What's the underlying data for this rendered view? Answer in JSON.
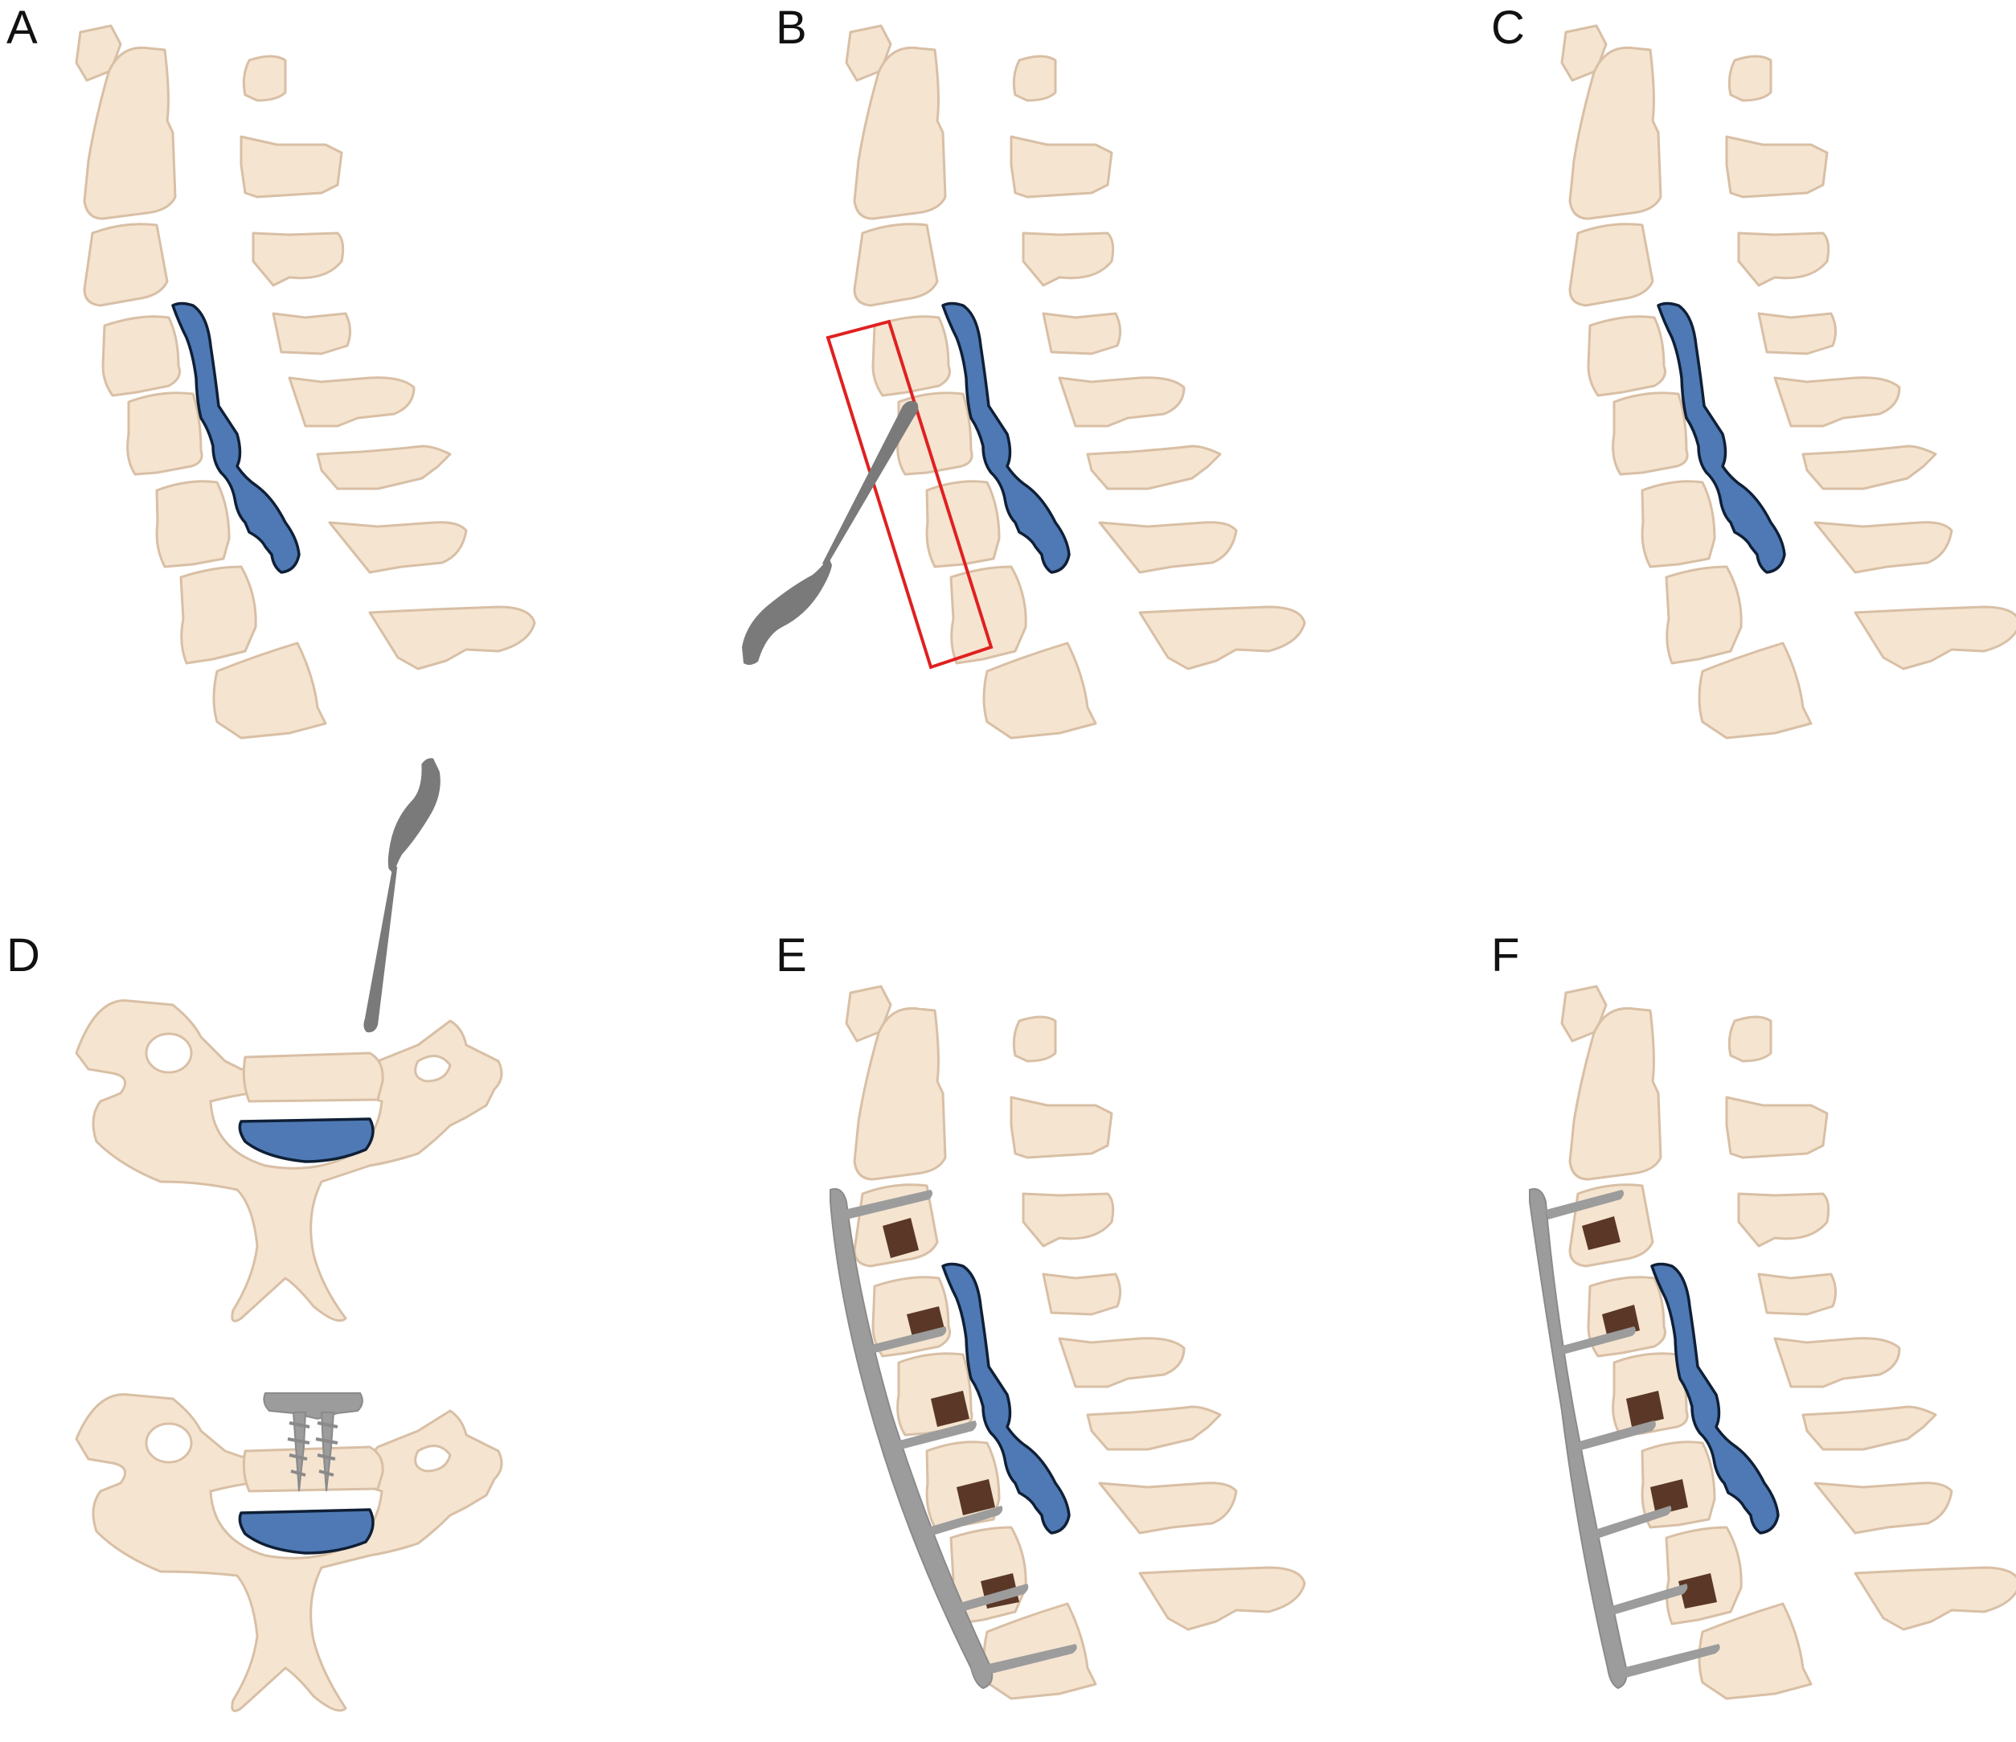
{
  "panels": [
    {
      "id": "A",
      "label": "A",
      "view": "sagittal-cervical-spine",
      "features": [
        "ossified-ligament"
      ]
    },
    {
      "id": "B",
      "label": "B",
      "view": "sagittal-cervical-spine",
      "features": [
        "ossified-ligament",
        "resection-box",
        "surgical-drill"
      ]
    },
    {
      "id": "C",
      "label": "C",
      "view": "sagittal-cervical-spine",
      "features": [
        "ossified-ligament"
      ]
    },
    {
      "id": "D",
      "label": "D",
      "view": "axial-vertebra",
      "features": [
        "surgical-drill",
        "screws"
      ]
    },
    {
      "id": "E",
      "label": "E",
      "view": "sagittal-cervical-spine",
      "features": [
        "anterior-plate",
        "bone-grafts",
        "ossified-ligament"
      ]
    },
    {
      "id": "F",
      "label": "F",
      "view": "sagittal-cervical-spine",
      "features": [
        "anterior-plate",
        "bone-grafts",
        "ossified-ligament"
      ]
    }
  ],
  "colors": {
    "bone_fill": "#f5e4d0",
    "bone_stroke": "#d8bfa5",
    "ligament_fill": "#4e79b4",
    "ligament_stroke": "#0f1f36",
    "instrument": "#7a7a7a",
    "implant": "#9c9c9c",
    "graft": "#5a3726",
    "resection_box": "#e02020"
  },
  "icons": {
    "drill": "surgical-drill-icon",
    "screw": "screw-icon",
    "plate": "plate-icon"
  }
}
